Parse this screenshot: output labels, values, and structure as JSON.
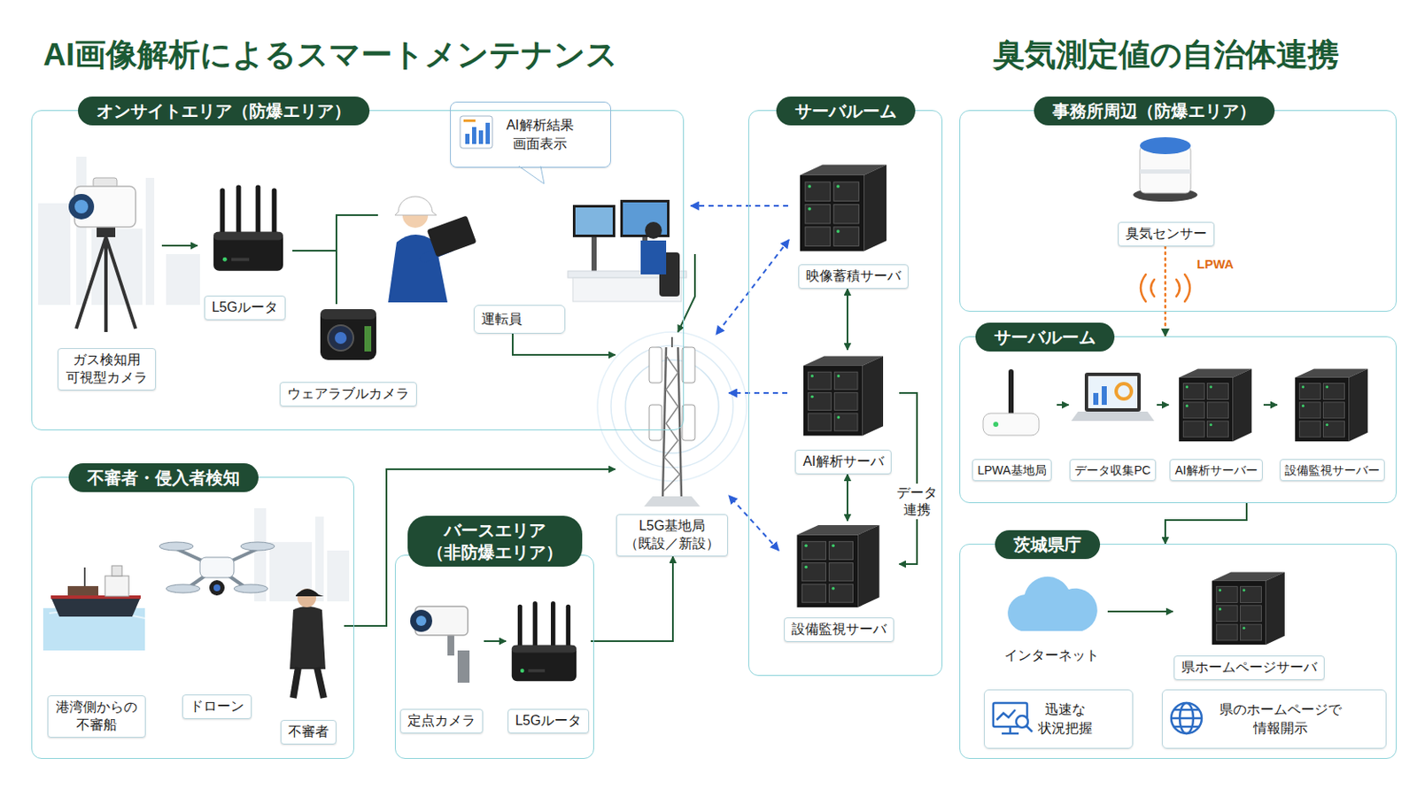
{
  "diagram": {
    "title": "AI画像解析によるスマートメンテナンス",
    "nodes": [
      {
        "text": [
          "オンサイトエリア（防爆エリア）"
        ]
      },
      {
        "text": [
          "ガス検知用 可視型カメラ"
        ],
        "in": 0
      },
      {
        "text": [
          "L5Gルータ"
        ],
        "in": 0
      },
      {
        "text": [
          "ウェアラブルカメラ"
        ],
        "in": 0
      },
      {
        "text": [
          "運転員"
        ],
        "in": 0
      },
      {
        "text": [
          "AI解析結果 画面表示"
        ],
        "in": 0
      },
      {
        "text": [
          "不審者・侵入者検知"
        ]
      },
      {
        "text": [
          "港湾側からの 不審船"
        ],
        "in": 6
      },
      {
        "text": [
          "ドローン"
        ],
        "in": 6
      },
      {
        "text": [
          "不審者"
        ],
        "in": 6
      },
      {
        "text": [
          "バースエリア （非防爆エリア）"
        ]
      },
      {
        "text": [
          "定点カメラ"
        ],
        "in": 10
      },
      {
        "text": [
          "L5Gルータ"
        ],
        "in": 10
      },
      {
        "text": [
          "L5G基地局 （既設／新設）"
        ]
      },
      {
        "text": [
          "サーバルーム"
        ]
      },
      {
        "text": [
          "映像蓄積サーバ"
        ],
        "in": 14
      },
      {
        "text": [
          "AI解析サーバ"
        ],
        "in": 14
      },
      {
        "text": [
          "設備監視サーバ"
        ],
        "in": 14
      },
      {
        "text": [
          "事務所周辺（防爆エリア）"
        ]
      },
      {
        "text": [
          "臭気センサー"
        ],
        "in": 18
      },
      {
        "text": [
          "サーバルーム"
        ]
      },
      {
        "text": [
          "LPWA基地局"
        ],
        "in": 20
      },
      {
        "text": [
          "データ収集PC"
        ],
        "in": 20
      },
      {
        "text": [
          "AI解析サーバー"
        ],
        "in": 20
      },
      {
        "text": [
          "設備監視サーバー"
        ],
        "in": 20
      },
      {
        "text": [
          "茨城県庁"
        ]
      },
      {
        "text": [
          "インターネット"
        ],
        "in": 25
      },
      {
        "text": [
          "県ホームページサーバ"
        ],
        "in": 25
      },
      {
        "text": [
          "迅速な 状況把握"
        ],
        "in": 25
      },
      {
        "text": [
          "県のホームページで 情報開示"
        ],
        "in": 25
      }
    ],
    "edges": [
      {
        "from": 1,
        "to": 2,
        "arrow": "to"
      },
      {
        "from": 2,
        "to": 3,
        "arrow": "none"
      },
      {
        "from": 4,
        "to": 13,
        "arrow": "to"
      },
      {
        "from": 9,
        "to": 13,
        "arrow": "to"
      },
      {
        "from": 11,
        "to": 12,
        "arrow": "to"
      },
      {
        "from": 12,
        "to": 13,
        "arrow": "to"
      },
      {
        "from": 15,
        "to": 13,
        "arrow": "both"
      },
      {
        "from": 16,
        "to": 13,
        "arrow": "to"
      },
      {
        "from": 17,
        "to": 13,
        "arrow": "both"
      },
      {
        "from": 15,
        "to": 16,
        "arrow": "both"
      },
      {
        "from": 16,
        "to": 17,
        "arrow": "both"
      },
      {
        "from": 16,
        "to": 17,
        "arrow": "to",
        "label": "データ 連携"
      },
      {
        "from": 19,
        "to": 20,
        "arrow": "to",
        "label": "LPWA"
      },
      {
        "from": 21,
        "to": 22,
        "arrow": "to"
      },
      {
        "from": 22,
        "to": 23,
        "arrow": "to"
      },
      {
        "from": 23,
        "to": 24,
        "arrow": "to"
      },
      {
        "from": 20,
        "to": 25,
        "arrow": "to"
      },
      {
        "from": 26,
        "to": 27,
        "arrow": "to"
      }
    ],
    "labels": [
      "臭気測定値の自治体連携"
    ]
  }
}
